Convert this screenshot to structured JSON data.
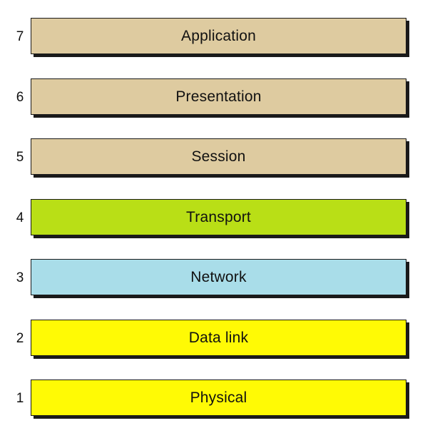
{
  "layers": [
    {
      "number": "7",
      "name": "Application",
      "color": "#decba0"
    },
    {
      "number": "6",
      "name": "Presentation",
      "color": "#decba0"
    },
    {
      "number": "5",
      "name": "Session",
      "color": "#decba0"
    },
    {
      "number": "4",
      "name": "Transport",
      "color": "#b9df16"
    },
    {
      "number": "3",
      "name": "Network",
      "color": "#a9dde9"
    },
    {
      "number": "2",
      "name": "Data link",
      "color": "#fffa05"
    },
    {
      "number": "1",
      "name": "Physical",
      "color": "#fffa05"
    }
  ]
}
